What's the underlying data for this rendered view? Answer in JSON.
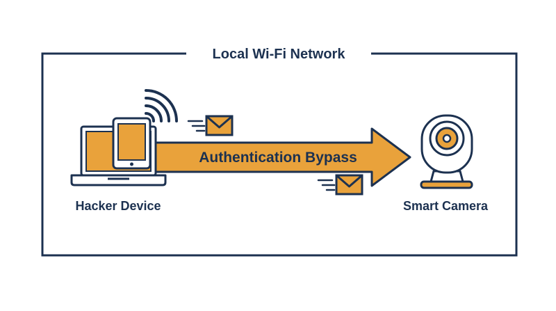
{
  "network": {
    "title": "Local Wi-Fi Network"
  },
  "attack": {
    "label": "Authentication Bypass"
  },
  "devices": {
    "attacker_label": "Hacker Device",
    "target_label": "Smart Camera"
  },
  "colors": {
    "navy": "#1c3150",
    "accent": "#e9a23b",
    "background": "#ffffff"
  },
  "icons": {
    "attacker": "laptop-with-tablet-icon",
    "signal": "wifi-signal-icon",
    "message": "envelope-icon",
    "target": "security-camera-icon",
    "arrow": "right-arrow"
  }
}
